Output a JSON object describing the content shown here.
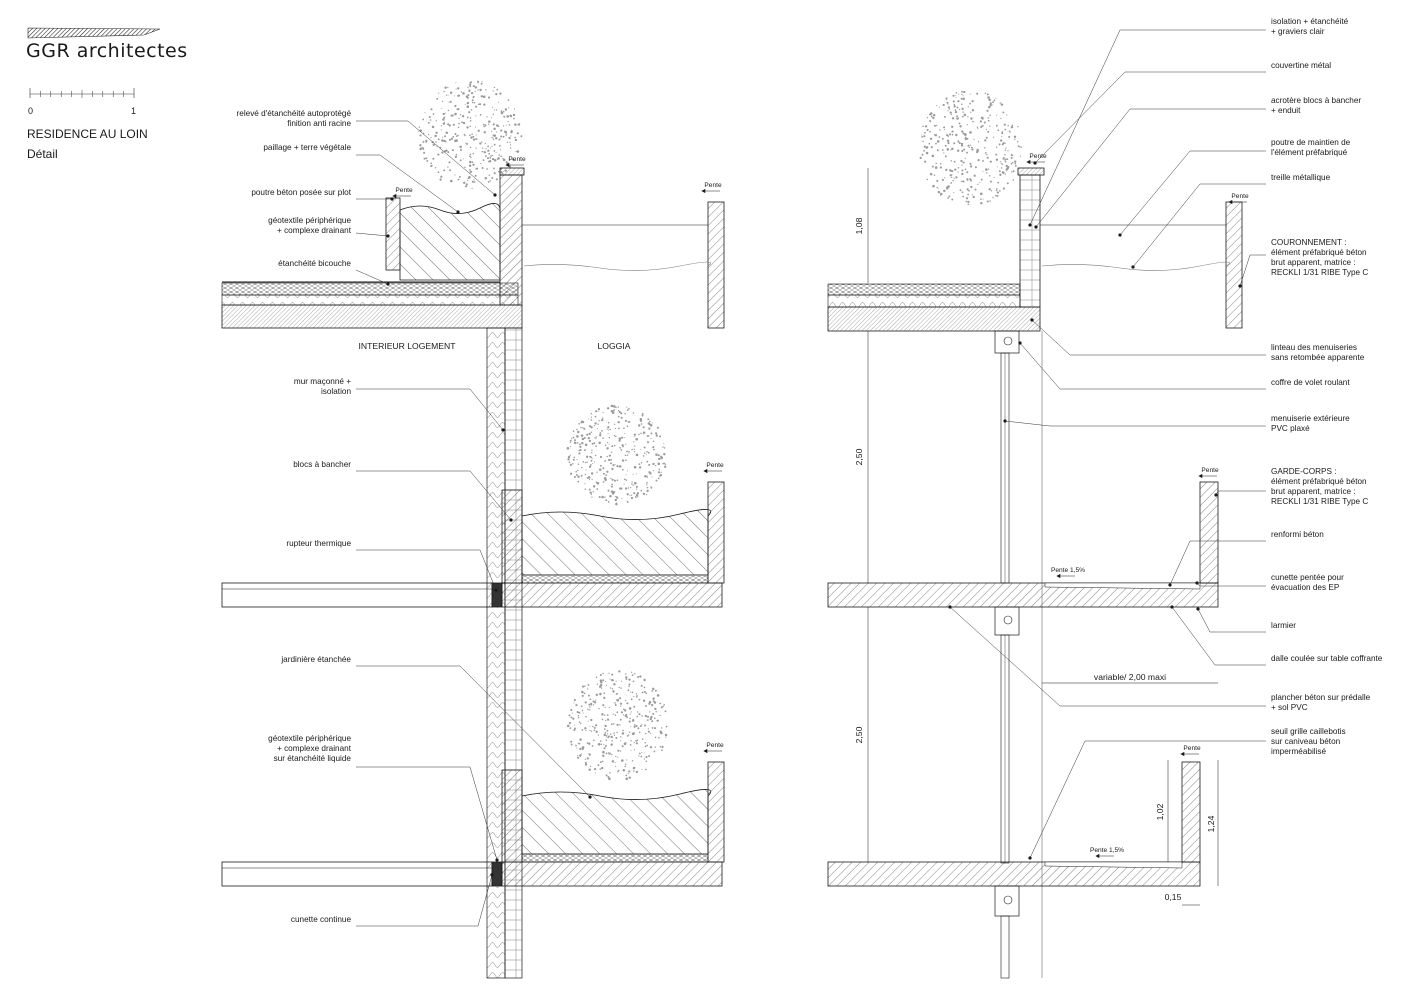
{
  "header": {
    "firm": "GGR architectes",
    "scale_start": "0",
    "scale_end": "1",
    "project": "RESIDENCE AU LOIN",
    "sheet": "Détail"
  },
  "rooms": {
    "interior": "INTERIEUR LOGEMENT",
    "loggia": "LOGGIA"
  },
  "slope_label": "Pente",
  "slope_pct_label": "Pente 1,5%",
  "dimensions": {
    "parapet_h": "1,08",
    "storey_1": "2,50",
    "storey_2": "2,50",
    "loggia_depth": "variable/ 2,00 maxi",
    "railing_h": "1,02",
    "railing_total": "1,24",
    "railing_th": "0,15"
  },
  "left_labels": [
    [
      "relevé d'étanchéité autoprotégé",
      "finition anti racine"
    ],
    [
      "paillage + terre végétale"
    ],
    [
      "poutre béton posée sur plot"
    ],
    [
      "géotextile périphérique",
      "+ complexe drainant"
    ],
    [
      "étanchéité bicouche"
    ],
    [
      "mur maçonné +",
      "isolation"
    ],
    [
      "blocs à bancher"
    ],
    [
      "rupteur thermique"
    ],
    [
      "jardinière étanchée"
    ],
    [
      "géotextile périphérique",
      "+ complexe drainant",
      "sur étanchéité liquide"
    ],
    [
      "cunette continue"
    ]
  ],
  "right_labels": [
    [
      "isolation + étanchéité",
      "+ graviers clair"
    ],
    [
      "couvertine métal"
    ],
    [
      "acrotère blocs à bancher",
      "+ enduit"
    ],
    [
      "poutre de maintien de",
      "l'élément préfabriqué"
    ],
    [
      "treille métallique"
    ],
    [
      "COURONNEMENT :",
      "élément préfabriqué béton",
      "brut apparent, matrice :",
      "RECKLI 1/31 RIBE Type C"
    ],
    [
      "linteau des menuiseries",
      "sans retombée apparente"
    ],
    [
      "coffre de volet roulant"
    ],
    [
      "menuiserie extérieure",
      "PVC plaxé"
    ],
    [
      "GARDE-CORPS :",
      "élément préfabriqué béton",
      "brut apparent, matrice :",
      "RECKLI 1/31 RIBE Type C"
    ],
    [
      "renformi béton"
    ],
    [
      "cunette pentée pour",
      "évacuation des EP"
    ],
    [
      "larmier"
    ],
    [
      "dalle coulée sur table coffrante"
    ],
    [
      "plancher béton sur prédalle",
      "+ sol PVC"
    ],
    [
      "seuil grille caillebotis",
      "sur caniveau béton",
      "imperméabilisé"
    ]
  ]
}
